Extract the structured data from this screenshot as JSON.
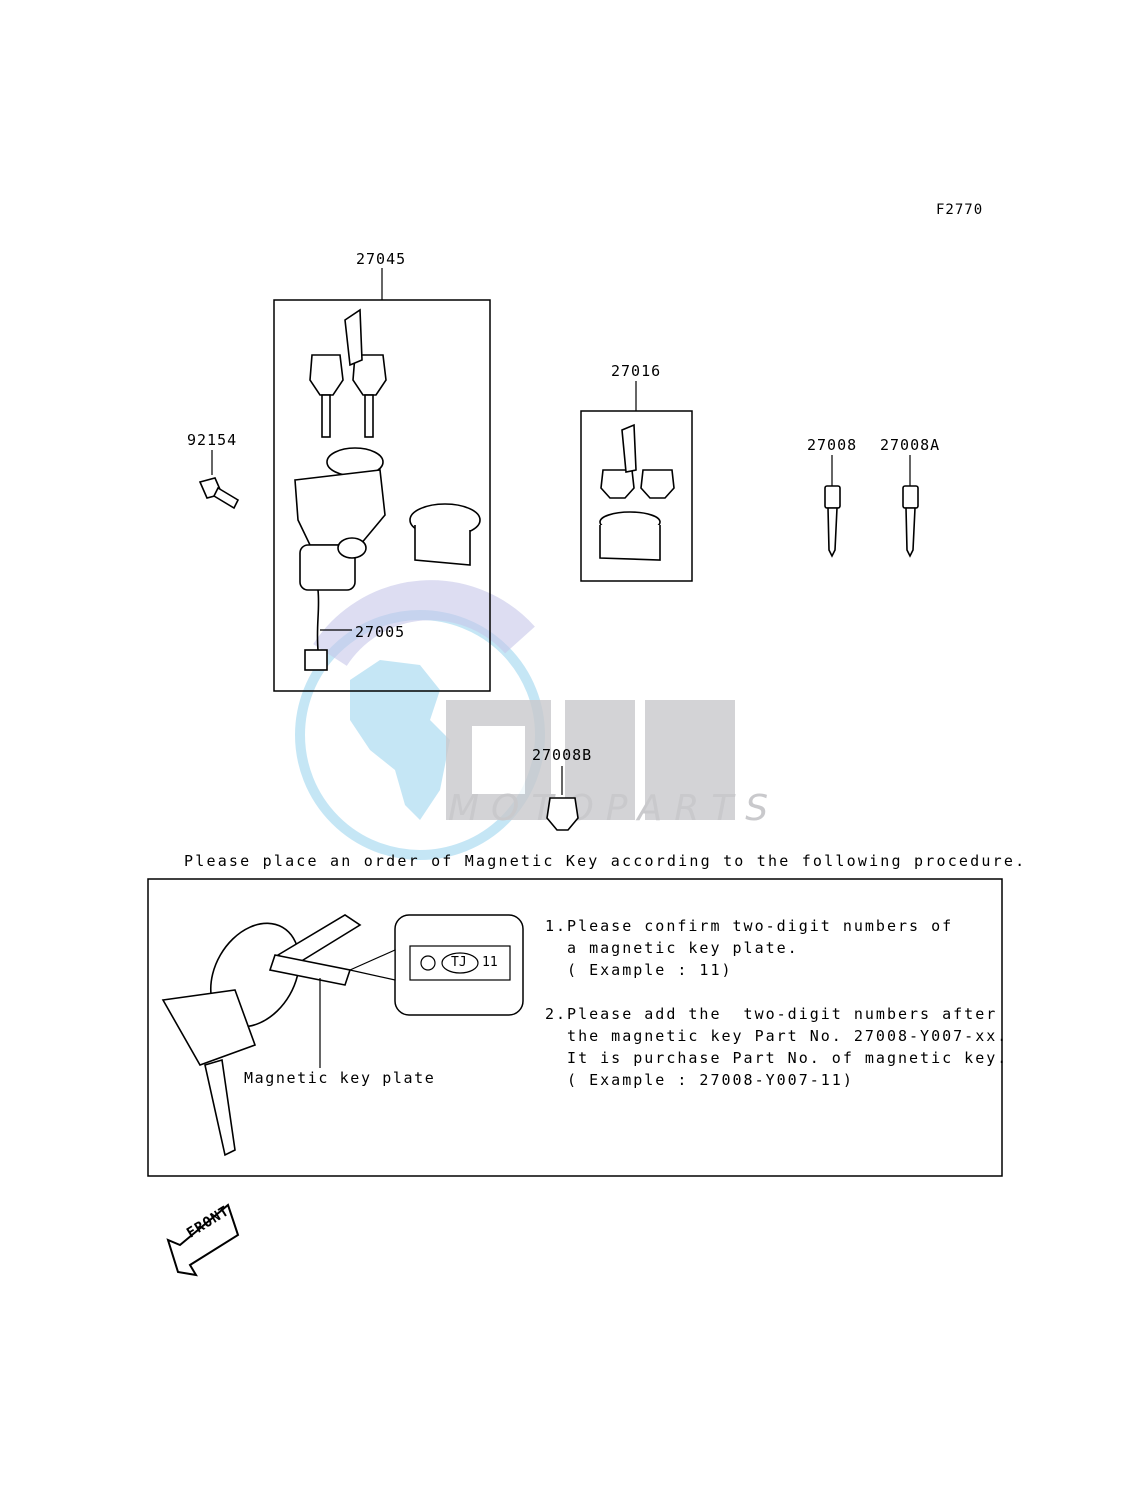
{
  "diagram": {
    "figure_code": "F2770",
    "part_labels": {
      "p27045": "27045",
      "p27016": "27016",
      "p92154": "92154",
      "p27008": "27008",
      "p27008A": "27008A",
      "p27005": "27005",
      "p27008B": "27008B"
    },
    "instruction": "Please place an order of Magnetic Key according to the following procedure.",
    "magnetic_key_plate_label": "Magnetic key plate",
    "plate_code_letters": "TJ",
    "plate_code_number": "11",
    "steps": [
      "1.Please confirm two-digit numbers of",
      "  a magnetic key plate.",
      "  ( Example : 11)",
      "",
      "2.Please add the  two-digit numbers after",
      "  the magnetic key Part No. 27008-Y007-xx.",
      "  It is purchase Part No. of magnetic key.",
      "  ( Example : 27008-Y007-11)"
    ],
    "front_arrow_text": "FRONT"
  },
  "watermark": {
    "brand": "OEM",
    "sub": "MOTOPARTS"
  },
  "colors": {
    "watermark_gray": "#c9c9cc",
    "watermark_blue": "#9fd5ef",
    "watermark_violet": "#c7c6ea"
  }
}
